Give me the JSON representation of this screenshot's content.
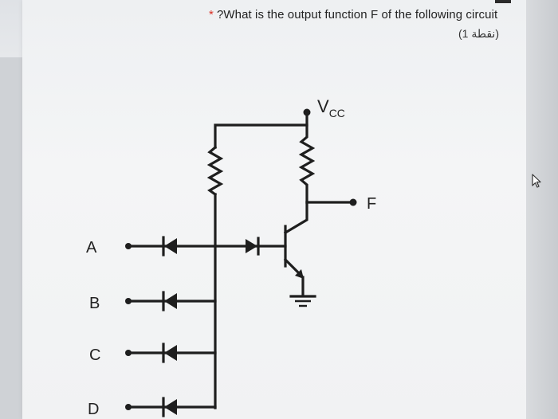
{
  "question": {
    "required_marker": "*",
    "text": "?What is the output function F of the following circuit",
    "points": "(1 نقطة)"
  },
  "circuit": {
    "supply_label": "V",
    "supply_subscript": "CC",
    "output_label": "F",
    "inputs": [
      "A",
      "B",
      "C",
      "D"
    ]
  },
  "colors": {
    "required": "#d93025",
    "wire": "#1e1e1e",
    "text": "#222222"
  }
}
